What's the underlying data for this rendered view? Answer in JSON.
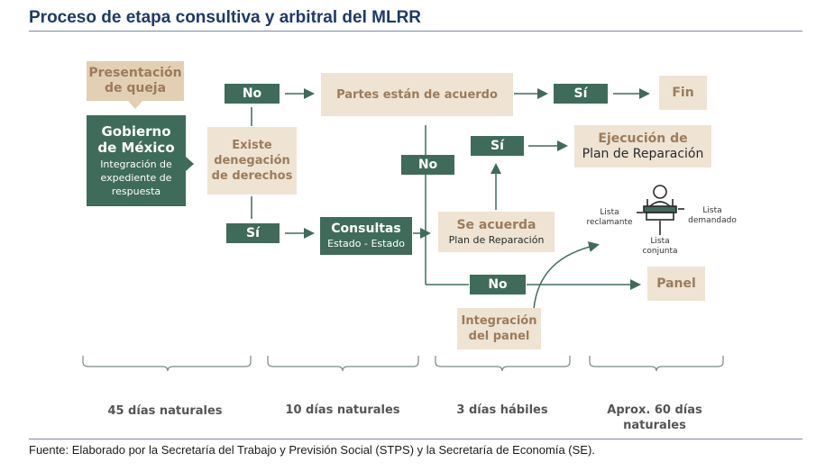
{
  "title": "Proceso de etapa consultiva y arbitral del MLRR",
  "source": "Fuente: Elaborado por la Secretaría del Trabajo y Previsión Social (STPS) y la Secretaría de Economía (SE).",
  "nodes": {
    "presentacion": "Presentación de queja",
    "gobierno_title": "Gobierno de México",
    "gobierno_sub": "Integración de expediente de respuesta",
    "existe": "Existe denegación de derechos",
    "no_top": "No",
    "si_bottom": "Sí",
    "partes": "Partes están de acuerdo",
    "si_partes": "Sí",
    "fin": "Fin",
    "consultas_title": "Consultas",
    "consultas_sub": "Estado - Estado",
    "no_partes": "No",
    "si_acuerda": "Sí",
    "ejecucion_title": "Ejecución de",
    "ejecucion_sub": "Plan de Reparación",
    "se_acuerda_title": "Se acuerda",
    "se_acuerda_sub": "Plan de Reparación",
    "no_panel": "No",
    "panel": "Panel",
    "integracion": "Integración del panel"
  },
  "panel_icon_labels": {
    "reclamante": "Lista reclamante",
    "demandado": "Lista demandado",
    "conjunta": "Lista conjunta"
  },
  "durations": [
    "45 días naturales",
    "10 días naturales",
    "3 días hábiles",
    "Aprox. 60 días naturales"
  ]
}
